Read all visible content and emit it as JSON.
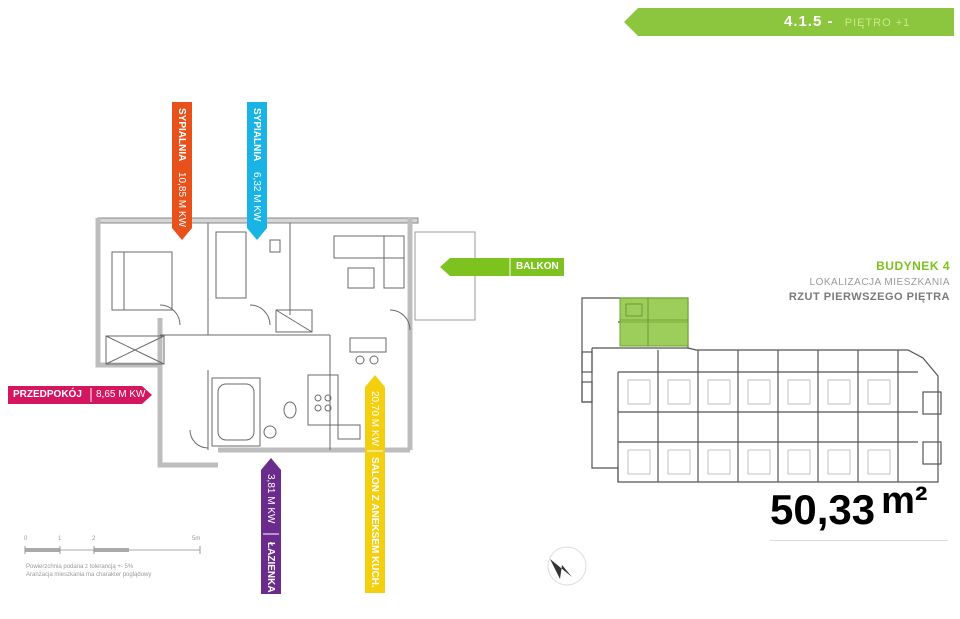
{
  "unit": {
    "number": "4.1.5 -",
    "floor": "PIĘTRO +1"
  },
  "rooms": {
    "bedroom1": {
      "name": "SYPIALNIA",
      "area": "10,85 M KW",
      "color": "#e8501c"
    },
    "bedroom2": {
      "name": "SYPIALNIA",
      "area": "6,32 M KW",
      "color": "#1ab3e6"
    },
    "balcony": {
      "name": "BALKON",
      "color": "#7dc21e"
    },
    "hallway": {
      "name": "PRZEDPOKÓJ",
      "area": "8,65 M KW",
      "color": "#d3165f"
    },
    "living": {
      "name": "SALON Z ANEKSEM KUCH.",
      "area": "20,70 M KW",
      "color": "#f4cf10"
    },
    "bathroom": {
      "name": "ŁAZIENKA",
      "area": "3,81 M KW",
      "color": "#6a2b8c"
    }
  },
  "location": {
    "building": "BUDYNEK 4",
    "label": "LOKALIZACJA MIESZKANIA",
    "plan": "RZUT PIERWSZEGO PIĘTRA"
  },
  "area": {
    "value": "50,33",
    "unit": "m²"
  },
  "scale": {
    "marks": [
      "0",
      "1",
      "2",
      "5m"
    ]
  },
  "notes": {
    "line1": "Powierzchnia podana z tolerancją +- 5%",
    "line2": "Aranżacja mieszkania ma charakter poglądowy"
  },
  "icons": {
    "compass": "compass-arrow-icon"
  }
}
